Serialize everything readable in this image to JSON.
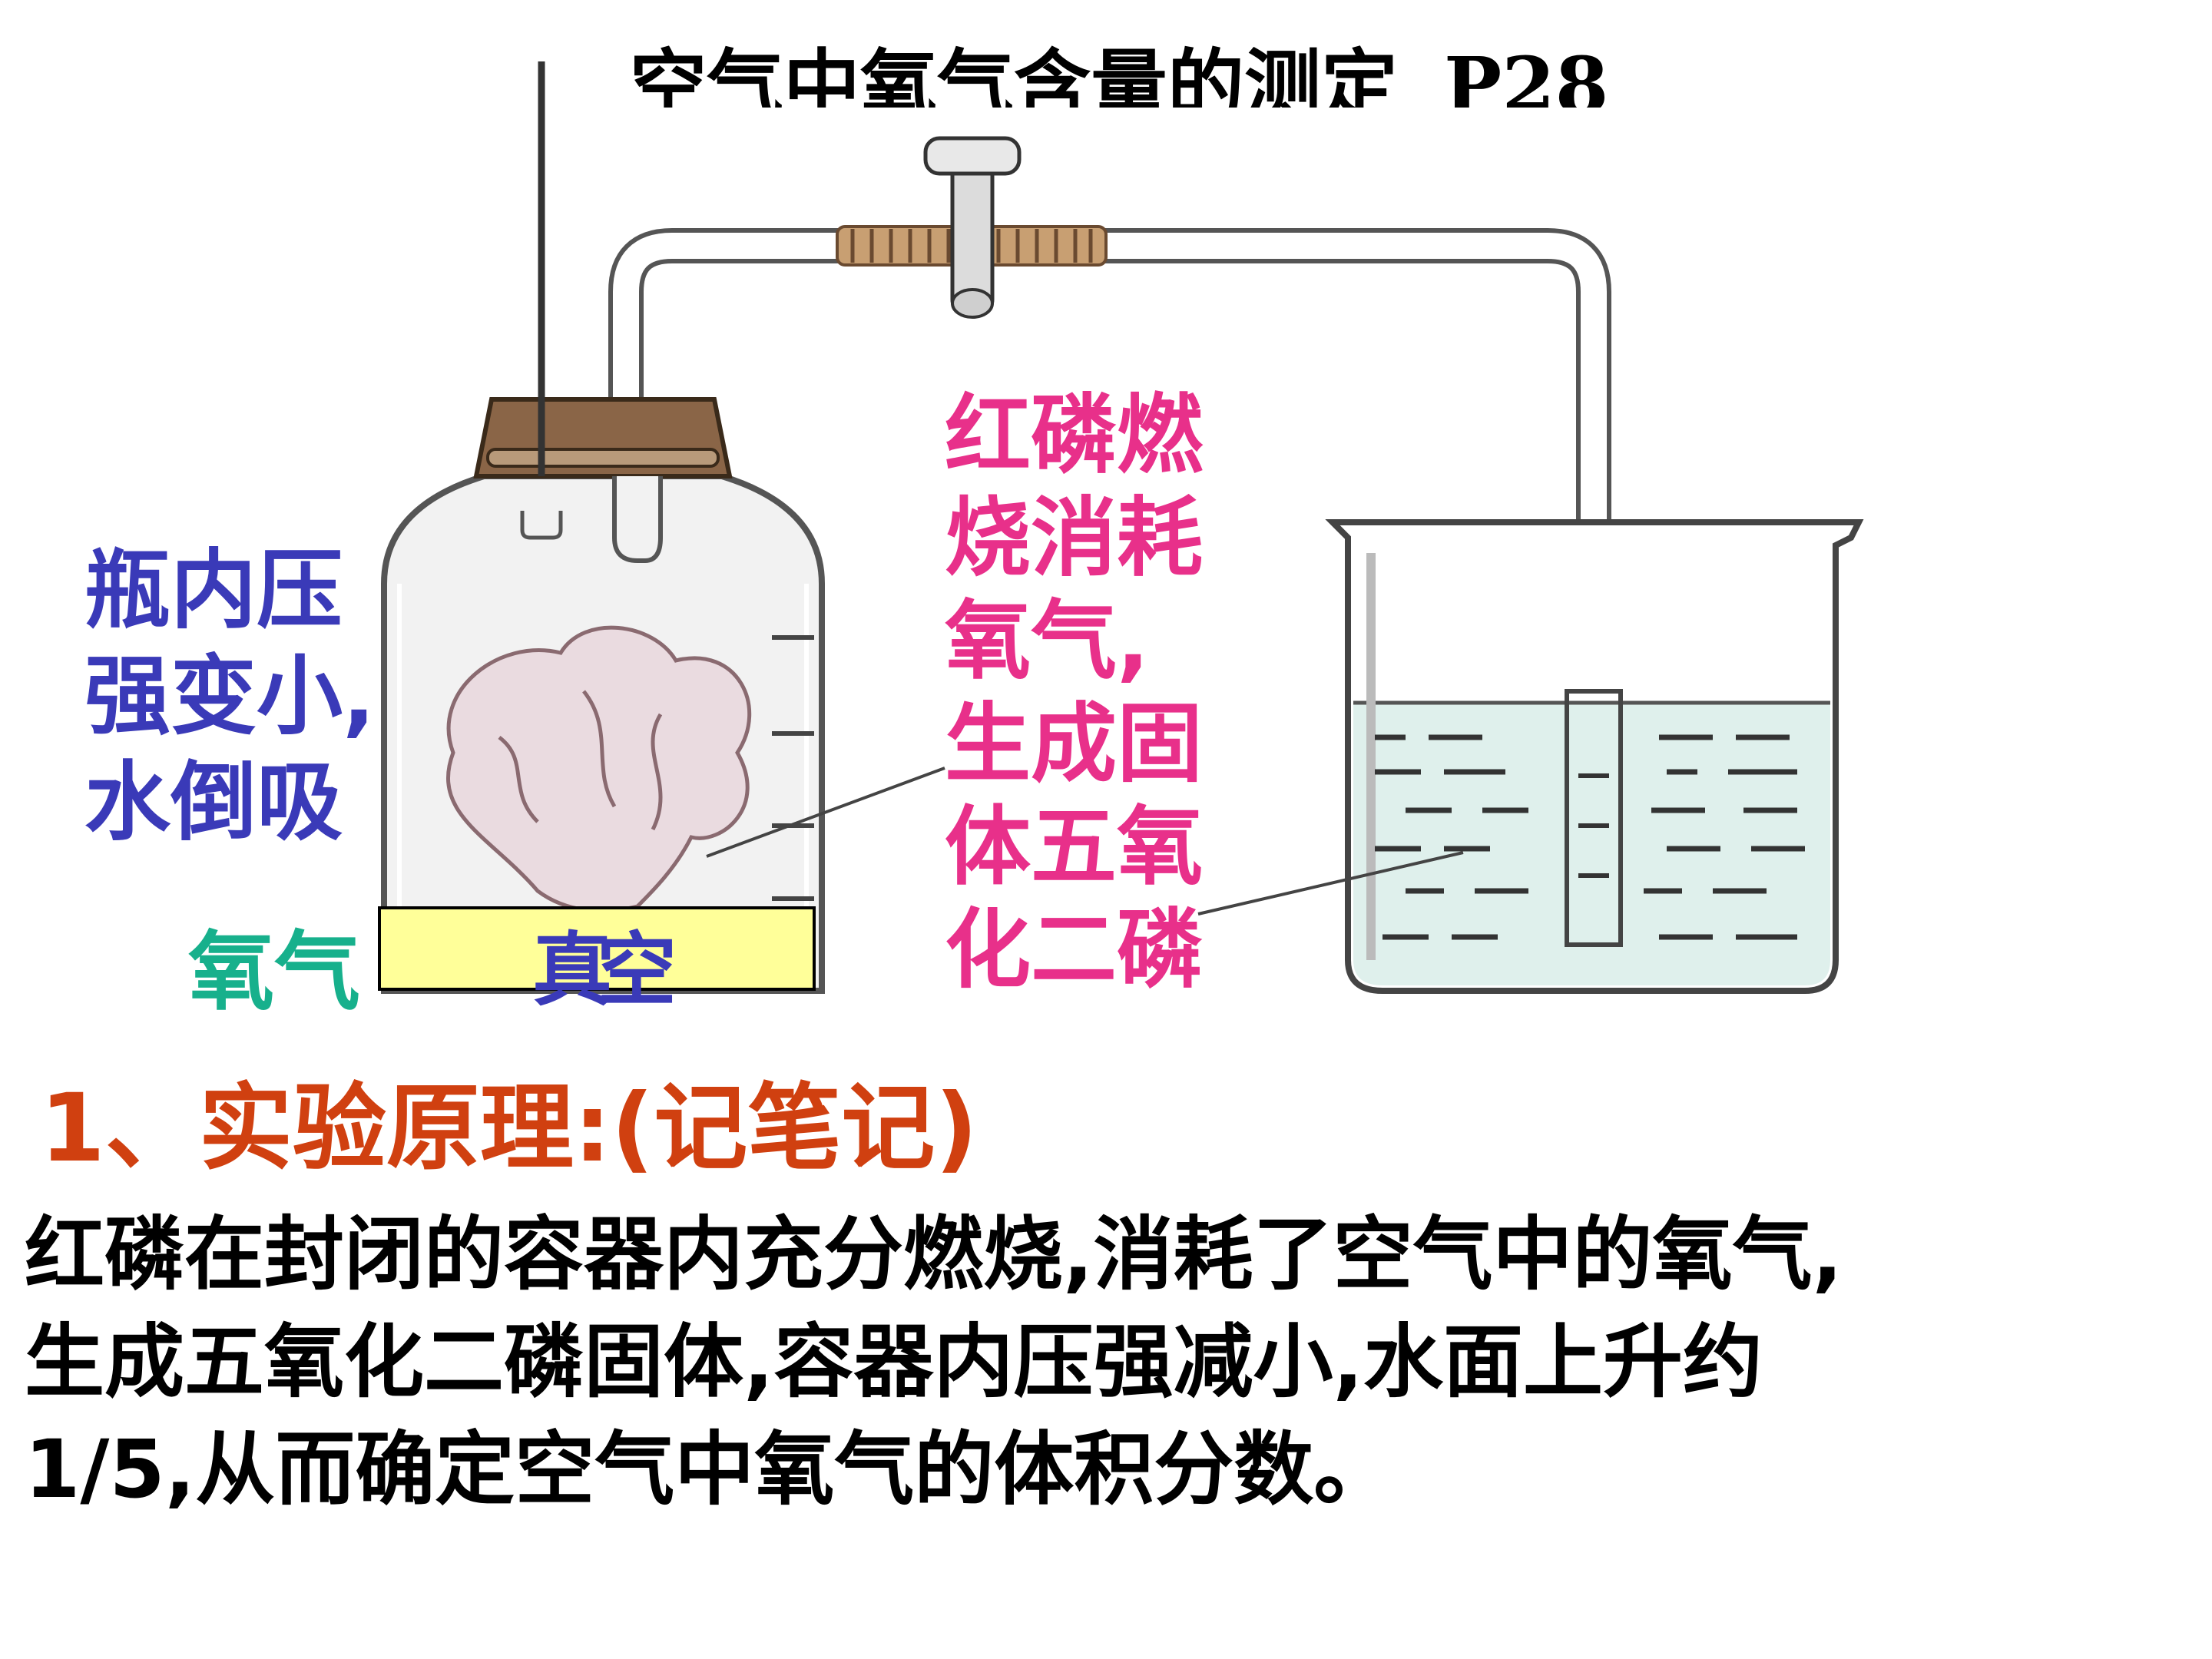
{
  "title": {
    "text": "空气中氧气含量的测定",
    "page_ref": "P28"
  },
  "labels": {
    "pressure_lines": [
      "瓶内压",
      "强变小,",
      "水倒吸"
    ],
    "phosphorus_lines": [
      "红磷燃",
      "烧消耗",
      "氧气,",
      "生成固",
      "体五氧",
      "化二磷"
    ],
    "oxygen": "氧气",
    "vacuum_box": "真空"
  },
  "section": {
    "heading": "1、实验原理:(记笔记)",
    "body": [
      "红磷在封闭的容器内充分燃烧,消耗了空气中的氧气,",
      "生成五氧化二磷固体,容器内压强减小,水面上升约",
      "1/5,从而确定空气中氧气的体积分数。"
    ]
  },
  "colors": {
    "heading": "#d04010",
    "pressure_label": "#3a3ab8",
    "phosphorus_label": "#e8308a",
    "oxygen_label": "#17b08c",
    "vacuum_box_fill": "#ffff99",
    "water": "#dff0ec",
    "stopper": "#7a5a40"
  }
}
